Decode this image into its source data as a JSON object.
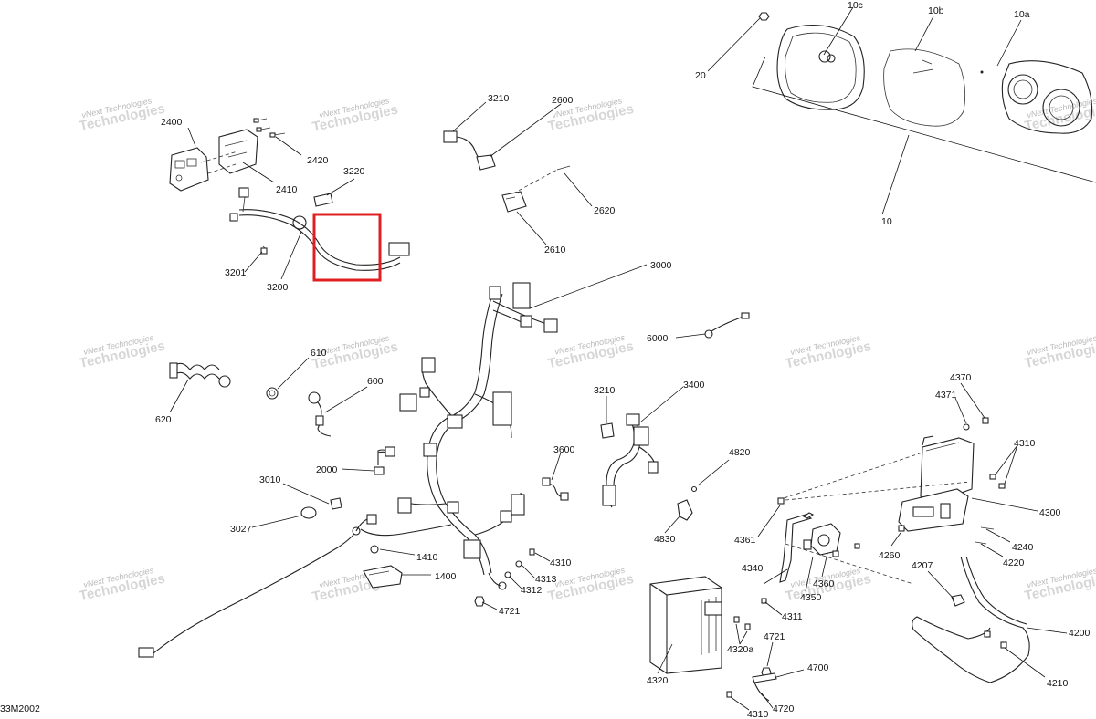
{
  "diagram": {
    "drawing_code": "33M2002",
    "watermark": "vNext Technologies",
    "highlight_color": "#e02020",
    "labels": [
      "10c",
      "10b",
      "10a",
      "20",
      "10",
      "2400",
      "2420",
      "2410",
      "3220",
      "3201",
      "3200",
      "3210",
      "2600",
      "2620",
      "2610",
      "3000",
      "6000",
      "610",
      "600",
      "620",
      "3210",
      "3400",
      "2000",
      "3600",
      "4820",
      "3010",
      "3027",
      "4830",
      "4370",
      "4371",
      "4310",
      "4300",
      "4361",
      "4260",
      "4240",
      "4220",
      "4340",
      "4360",
      "4350",
      "4311",
      "4207",
      "4200",
      "1410",
      "1400",
      "4310",
      "4313",
      "4312",
      "4721",
      "4721",
      "4320a",
      "4320",
      "4700",
      "4720",
      "4310",
      "4210"
    ]
  }
}
